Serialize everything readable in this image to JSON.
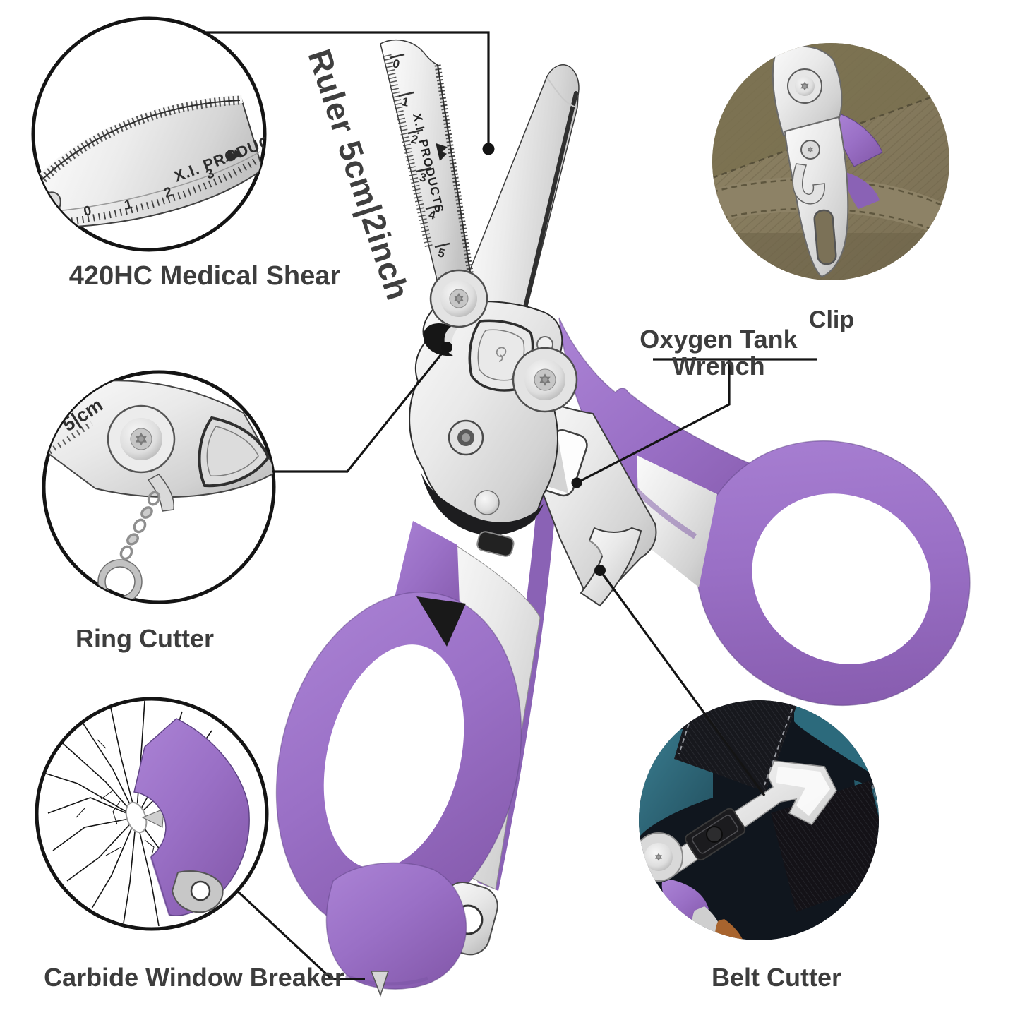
{
  "page": {
    "background": "#ffffff"
  },
  "colors": {
    "purple": "#9a70c6",
    "purple_dark": "#7d57a6",
    "label_text": "#3d3d3d",
    "callout_line": "#141414",
    "metal_light": "#f4f4f4",
    "metal_dark": "#a8a8a8",
    "fabric_khaki": "#867b60",
    "fabric_teal": "#2f6e80",
    "belt_black": "#15161a"
  },
  "product": {
    "brand": "X.I. PRODUCTS",
    "ruler_numbers": [
      "0",
      "1",
      "2",
      "3",
      "4",
      "5"
    ],
    "ruler_unit": "cm"
  },
  "callouts": {
    "medical_shear": {
      "label": "420HC Medical Shear"
    },
    "ruler": {
      "label": "Ruler 5cm|2inch"
    },
    "clip": {
      "label": "Clip"
    },
    "oxygen_tank_wrench": {
      "label": "Oxygen Tank Wrench"
    },
    "ring_cutter": {
      "label": "Ring Cutter",
      "marking": "5|cm"
    },
    "carbide_window_breaker": {
      "label": "Carbide Window Breaker"
    },
    "belt_cutter": {
      "label": "Belt Cutter"
    }
  }
}
